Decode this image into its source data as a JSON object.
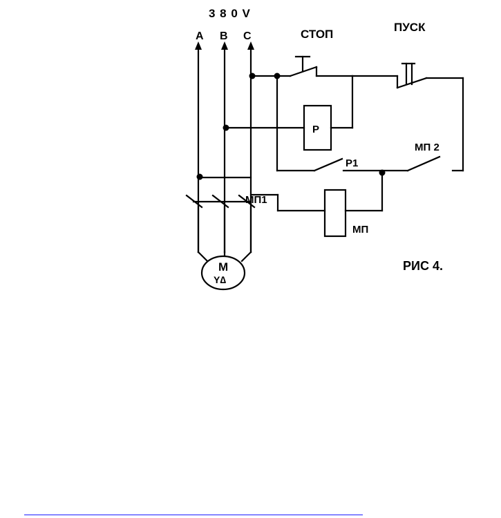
{
  "diagram": {
    "voltage_label": "3 8 0 V",
    "phases": [
      "A",
      "B",
      "C"
    ],
    "stop_label": "СТОП",
    "start_label": "ПУСК",
    "relay_label": "Р",
    "relay_contact_label": "Р1",
    "starter_contact2_label": "МП 2",
    "starter_main_contacts_label": "МП1",
    "starter_coil_label": "МП",
    "motor_label": "М",
    "motor_winding_symbol": "Y∆",
    "figure_caption": "РИС 4."
  },
  "colors": {
    "line": "#000000",
    "background": "#ffffff",
    "page_rule": "#1a1aff"
  }
}
